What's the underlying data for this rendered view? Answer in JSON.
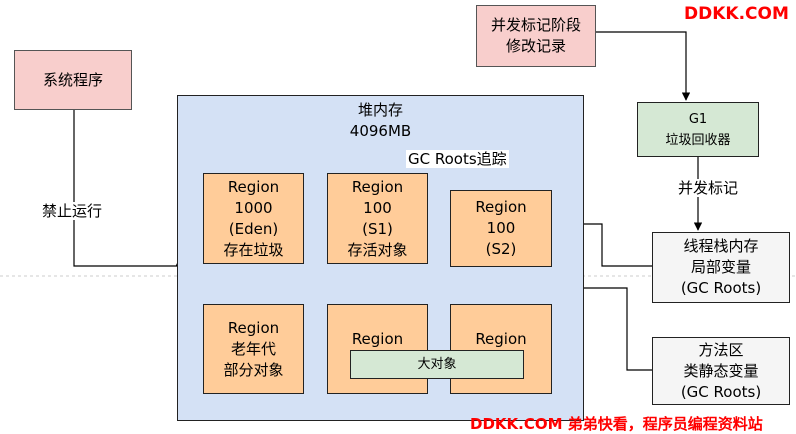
{
  "watermark_top": "DDKK.COM",
  "watermark_bottom": "DDKK.COM 弟弟快看，程序员编程资料站",
  "system_program": [
    "系统程序"
  ],
  "concurrent_mark_phase": [
    "并发标记阶段",
    "修改记录"
  ],
  "g1_collector": [
    "G1",
    "垃圾回收器"
  ],
  "heap": [
    "堆内存",
    "4096MB"
  ],
  "regions": {
    "eden": [
      "Region",
      "1000",
      "(Eden)",
      "存在垃圾"
    ],
    "s1": [
      "Region",
      "100",
      "(S1)",
      "存活对象"
    ],
    "s2": [
      "Region",
      "100",
      "(S2)"
    ],
    "old": [
      "Region",
      "老年代",
      "部分对象"
    ],
    "large_a": [
      "Region"
    ],
    "large_b": [
      "Region"
    ]
  },
  "large_object": "大对象",
  "thread_stack": [
    "线程栈内存",
    "局部变量",
    "(GC Roots)"
  ],
  "method_area": [
    "方法区",
    "类静态变量",
    "(GC Roots)"
  ],
  "edge_labels": {
    "forbid_run": "禁止运行",
    "gc_roots_trace": "GC Roots追踪",
    "concurrent_mark": "并发标记"
  }
}
